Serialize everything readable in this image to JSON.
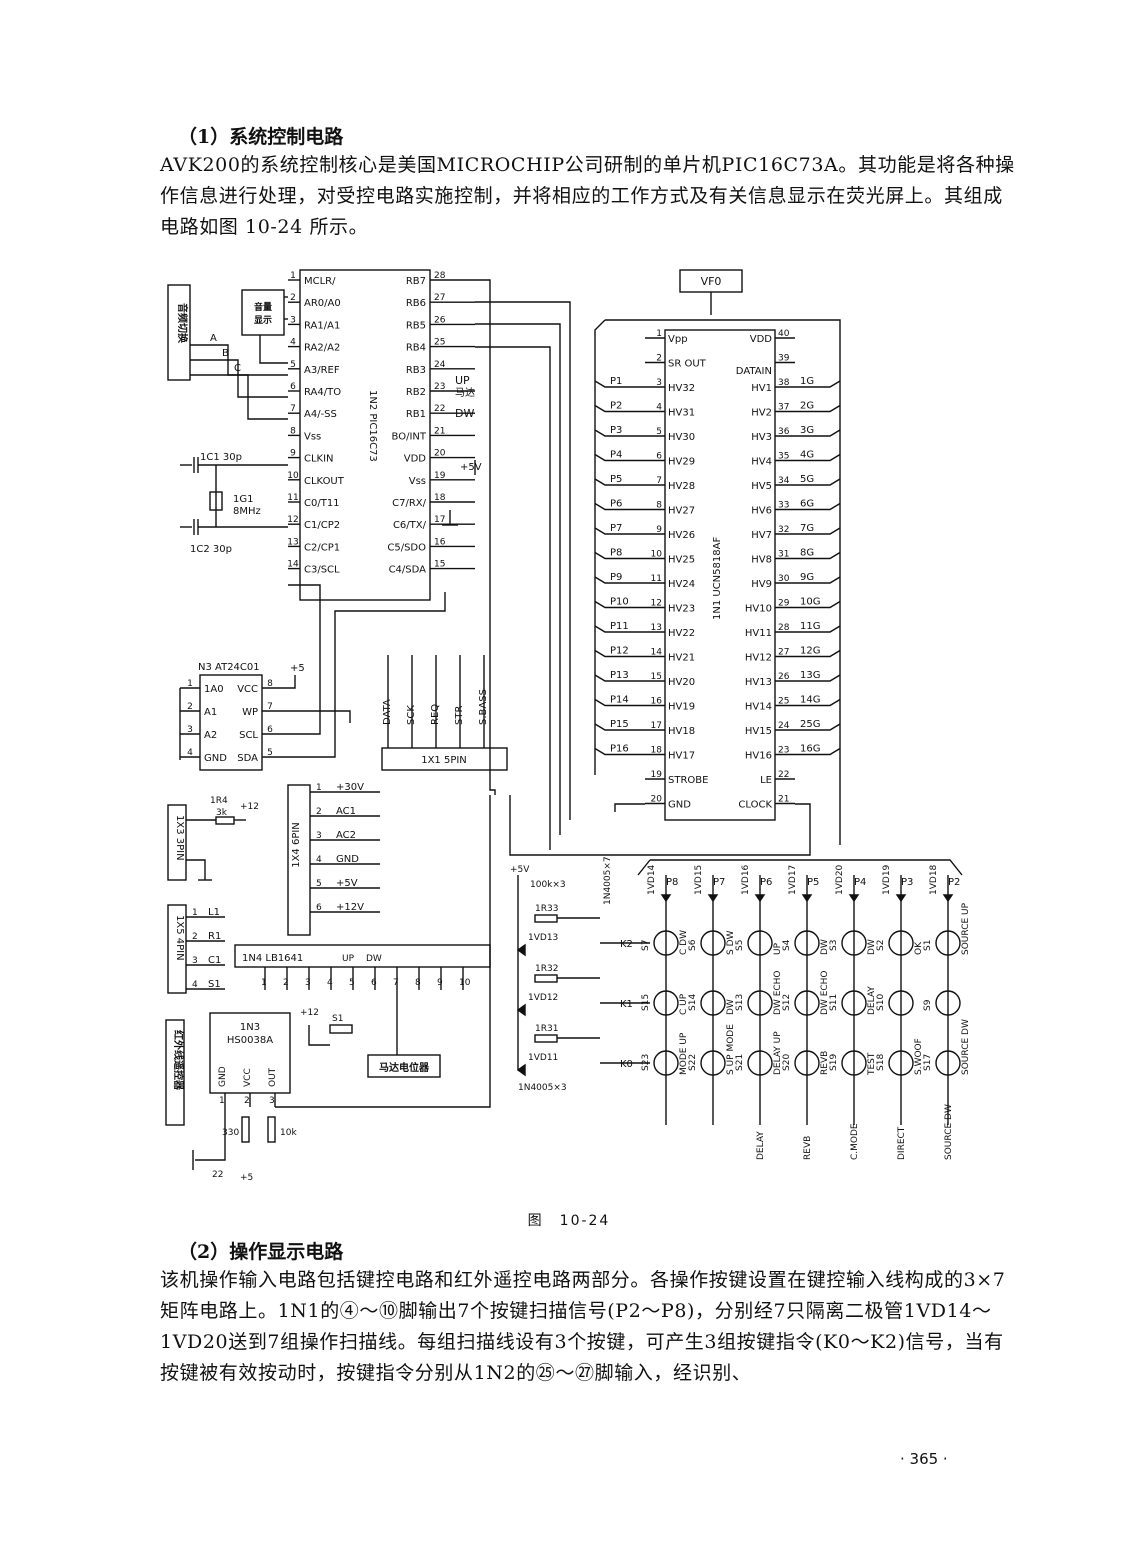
{
  "section1": {
    "heading": "（1）系统控制电路",
    "body": "AVK200的系统控制核心是美国MICROCHIP公司研制的单片机PIC16C73A。其功能是将各种操作信息进行处理，对受控电路实施控制，并将相应的工作方式及有关信息显示在荧光屏上。其组成电路如图 10-24 所示。"
  },
  "figure": {
    "caption": "图　10-24",
    "vfo": "VF0",
    "ic_pic": {
      "name": "1N2 PIC16C73",
      "left_pins": [
        {
          "n": "1",
          "label": "MCLR/"
        },
        {
          "n": "2",
          "label": "AR0/A0"
        },
        {
          "n": "3",
          "label": "RA1/A1"
        },
        {
          "n": "4",
          "label": "RA2/A2"
        },
        {
          "n": "5",
          "label": "A3/REF"
        },
        {
          "n": "6",
          "label": "RA4/TO"
        },
        {
          "n": "7",
          "label": "A4/-SS"
        },
        {
          "n": "8",
          "label": "Vss"
        },
        {
          "n": "9",
          "label": "CLKIN"
        },
        {
          "n": "10",
          "label": "CLKOUT"
        },
        {
          "n": "11",
          "label": "C0/T11"
        },
        {
          "n": "12",
          "label": "C1/CP2"
        },
        {
          "n": "13",
          "label": "C2/CP1"
        },
        {
          "n": "14",
          "label": "C3/SCL"
        }
      ],
      "right_pins": [
        {
          "n": "28",
          "label": "RB7"
        },
        {
          "n": "27",
          "label": "RB6"
        },
        {
          "n": "26",
          "label": "RB5"
        },
        {
          "n": "25",
          "label": "RB4"
        },
        {
          "n": "24",
          "label": "RB3"
        },
        {
          "n": "23",
          "label": "RB2"
        },
        {
          "n": "22",
          "label": "RB1"
        },
        {
          "n": "21",
          "label": "BO/INT"
        },
        {
          "n": "20",
          "label": "VDD"
        },
        {
          "n": "19",
          "label": "Vss"
        },
        {
          "n": "18",
          "label": "C7/RX/"
        },
        {
          "n": "17",
          "label": "C6/TX/"
        },
        {
          "n": "16",
          "label": "C5/SDO"
        },
        {
          "n": "15",
          "label": "C4/SDA"
        }
      ]
    },
    "ic_vfd": {
      "name": "1N1 UCN5818AF",
      "left_pins": [
        {
          "n": "1",
          "label": "Vpp",
          "net": ""
        },
        {
          "n": "2",
          "label": "SR OUT",
          "net": ""
        },
        {
          "n": "3",
          "label": "HV32",
          "net": "P1"
        },
        {
          "n": "4",
          "label": "HV31",
          "net": "P2"
        },
        {
          "n": "5",
          "label": "HV30",
          "net": "P3"
        },
        {
          "n": "6",
          "label": "HV29",
          "net": "P4"
        },
        {
          "n": "7",
          "label": "HV28",
          "net": "P5"
        },
        {
          "n": "8",
          "label": "HV27",
          "net": "P6"
        },
        {
          "n": "9",
          "label": "HV26",
          "net": "P7"
        },
        {
          "n": "10",
          "label": "HV25",
          "net": "P8"
        },
        {
          "n": "11",
          "label": "HV24",
          "net": "P9"
        },
        {
          "n": "12",
          "label": "HV23",
          "net": "P10"
        },
        {
          "n": "13",
          "label": "HV22",
          "net": "P11"
        },
        {
          "n": "14",
          "label": "HV21",
          "net": "P12"
        },
        {
          "n": "15",
          "label": "HV20",
          "net": "P13"
        },
        {
          "n": "16",
          "label": "HV19",
          "net": "P14"
        },
        {
          "n": "17",
          "label": "HV18",
          "net": "P15"
        },
        {
          "n": "18",
          "label": "HV17",
          "net": "P16"
        },
        {
          "n": "19",
          "label": "STROBE",
          "net": ""
        },
        {
          "n": "20",
          "label": "GND",
          "net": ""
        }
      ],
      "right_pins": [
        {
          "n": "40",
          "label": "VDD",
          "net": ""
        },
        {
          "n": "39",
          "label": "",
          "net": ""
        },
        {
          "n": "38",
          "label": "HV1",
          "net": "1G"
        },
        {
          "n": "37",
          "label": "HV2",
          "net": "2G"
        },
        {
          "n": "36",
          "label": "HV3",
          "net": "3G"
        },
        {
          "n": "35",
          "label": "HV4",
          "net": "4G"
        },
        {
          "n": "34",
          "label": "HV5",
          "net": "5G"
        },
        {
          "n": "33",
          "label": "HV6",
          "net": "6G"
        },
        {
          "n": "32",
          "label": "HV7",
          "net": "7G"
        },
        {
          "n": "31",
          "label": "HV8",
          "net": "8G"
        },
        {
          "n": "30",
          "label": "HV9",
          "net": "9G"
        },
        {
          "n": "29",
          "label": "HV10",
          "net": "10G"
        },
        {
          "n": "28",
          "label": "HV11",
          "net": "11G"
        },
        {
          "n": "27",
          "label": "HV12",
          "net": "12G"
        },
        {
          "n": "26",
          "label": "HV13",
          "net": "13G"
        },
        {
          "n": "25",
          "label": "HV14",
          "net": "14G"
        },
        {
          "n": "24",
          "label": "HV15",
          "net": "25G"
        },
        {
          "n": "23",
          "label": "HV16",
          "net": "16G"
        },
        {
          "n": "22",
          "label": "LE",
          "net": ""
        },
        {
          "n": "21",
          "label": "CLOCK",
          "net": ""
        }
      ],
      "datain": "DATAIN"
    },
    "labels": {
      "vol_switch": "音频切换",
      "vol_display": "音量显示",
      "port_a": "A",
      "port_b": "B",
      "port_c": "C",
      "c1": "1C1 30p",
      "c2": "1C2 30p",
      "xtal": "1G1",
      "xtal_freq": "8MHz",
      "up_motor": "UP",
      "motor": "马达",
      "dw": "DW",
      "plus5v": "+5V",
      "eeprom": "N3 AT24C01",
      "plus5": "+5",
      "eeprom_pins_left": [
        "1A0",
        "A1",
        "A2",
        "GND"
      ],
      "eeprom_pins_right": [
        "VCC",
        "WP",
        "SCL",
        "SDA"
      ],
      "eeprom_nums_left": [
        "1",
        "2",
        "3",
        "4"
      ],
      "eeprom_nums_right": [
        "8",
        "7",
        "6",
        "5"
      ],
      "conn5": "1X1 5PIN",
      "conn5_signals": [
        "DATA",
        "SCK",
        "REQ",
        "STR",
        "S.BASS"
      ],
      "conn3": "1X3 3PIN",
      "r4": "1R4",
      "r4_val": "3k",
      "plus12": "+12",
      "conn6": "1X4 6PIN",
      "conn6_signals": [
        "+30V",
        "AC1",
        "AC2",
        "GND",
        "+5V",
        "+12V"
      ],
      "conn4": "1X5 4PIN",
      "conn4_signals": [
        "L1",
        "R1",
        "C1",
        "S1"
      ],
      "lb1641": "1N4 LB1641",
      "lb_pins": [
        "1",
        "2",
        "3",
        "4",
        "5",
        "6",
        "7",
        "8",
        "9",
        "10"
      ],
      "lb_up": "UP",
      "lb_dw": "DW",
      "s1": "S1",
      "motor_pot": "马达电位器",
      "ir": "红外线遥控器",
      "hs": "1N3",
      "hs_name": "HS0038A",
      "hs_pins": [
        "GND",
        "VCC",
        "OUT"
      ],
      "r330": "330",
      "r10k": "10k",
      "c22": "22",
      "plus5b": "+5",
      "res_array": "100k×3",
      "r33": "1R33",
      "r32": "1R32",
      "r31": "1R31",
      "vd13": "1VD13",
      "vd12": "1VD12",
      "vd11": "1VD11",
      "n4005b": "1N4005×3",
      "n4005a": "1N4005×7",
      "k2": "K2",
      "k1": "K1",
      "k0": "K0",
      "p_labels": [
        "P8",
        "P7",
        "P6",
        "P5",
        "P4",
        "P3",
        "P2"
      ],
      "vd_top": [
        "1VD14",
        "1VD15",
        "1VD16",
        "1VD17",
        "1VD20",
        "1VD19",
        "1VD18"
      ],
      "row_k2": [
        {
          "id": "S7",
          "fn": "C DW"
        },
        {
          "id": "S6",
          "fn": "S DW"
        },
        {
          "id": "S5",
          "fn": "UP"
        },
        {
          "id": "S4",
          "fn": "DW"
        },
        {
          "id": "S3",
          "fn": "DW"
        },
        {
          "id": "S2",
          "fn": "OK"
        },
        {
          "id": "S1",
          "fn": "SOURCE UP"
        }
      ],
      "row_k1": [
        {
          "id": "S15",
          "fn": "C UP"
        },
        {
          "id": "S14",
          "fn": "DW"
        },
        {
          "id": "S13",
          "fn": "DW ECHO"
        },
        {
          "id": "S12",
          "fn": "DW ECHO"
        },
        {
          "id": "S11",
          "fn": "DELAY"
        },
        {
          "id": "S10",
          "fn": ""
        },
        {
          "id": "S9",
          "fn": ""
        }
      ],
      "row_k0": [
        {
          "id": "S23",
          "fn": "MODE UP"
        },
        {
          "id": "S22",
          "fn": "S UP MODE"
        },
        {
          "id": "S21",
          "fn": "DELAY UP"
        },
        {
          "id": "S20",
          "fn": "REVB"
        },
        {
          "id": "S19",
          "fn": "TEST"
        },
        {
          "id": "S18",
          "fn": "S.WOOF"
        },
        {
          "id": "S17",
          "fn": "SOURCE DW"
        }
      ],
      "bottom_labels": [
        "DELAY",
        "REVB",
        "C.MODE",
        "DIRECT",
        "SOURCE DW"
      ],
      "mid_labels": [
        "UP",
        "REVB",
        "ECHO"
      ]
    }
  },
  "section2": {
    "heading": "（2）操作显示电路",
    "body": "该机操作输入电路包括键控电路和红外遥控电路两部分。各操作按键设置在键控输入线构成的3×7矩阵电路上。1N1的④～⑩脚输出7个按键扫描信号(P2～P8)，分别经7只隔离二极管1VD14～1VD20送到7组操作扫描线。每组扫描线设有3个按键，可产生3组按键指令(K0～K2)信号，当有按键被有效按动时，按键指令分别从1N2的㉕～㉗脚输入，经识别、"
  },
  "page_number": "· 365 ·"
}
